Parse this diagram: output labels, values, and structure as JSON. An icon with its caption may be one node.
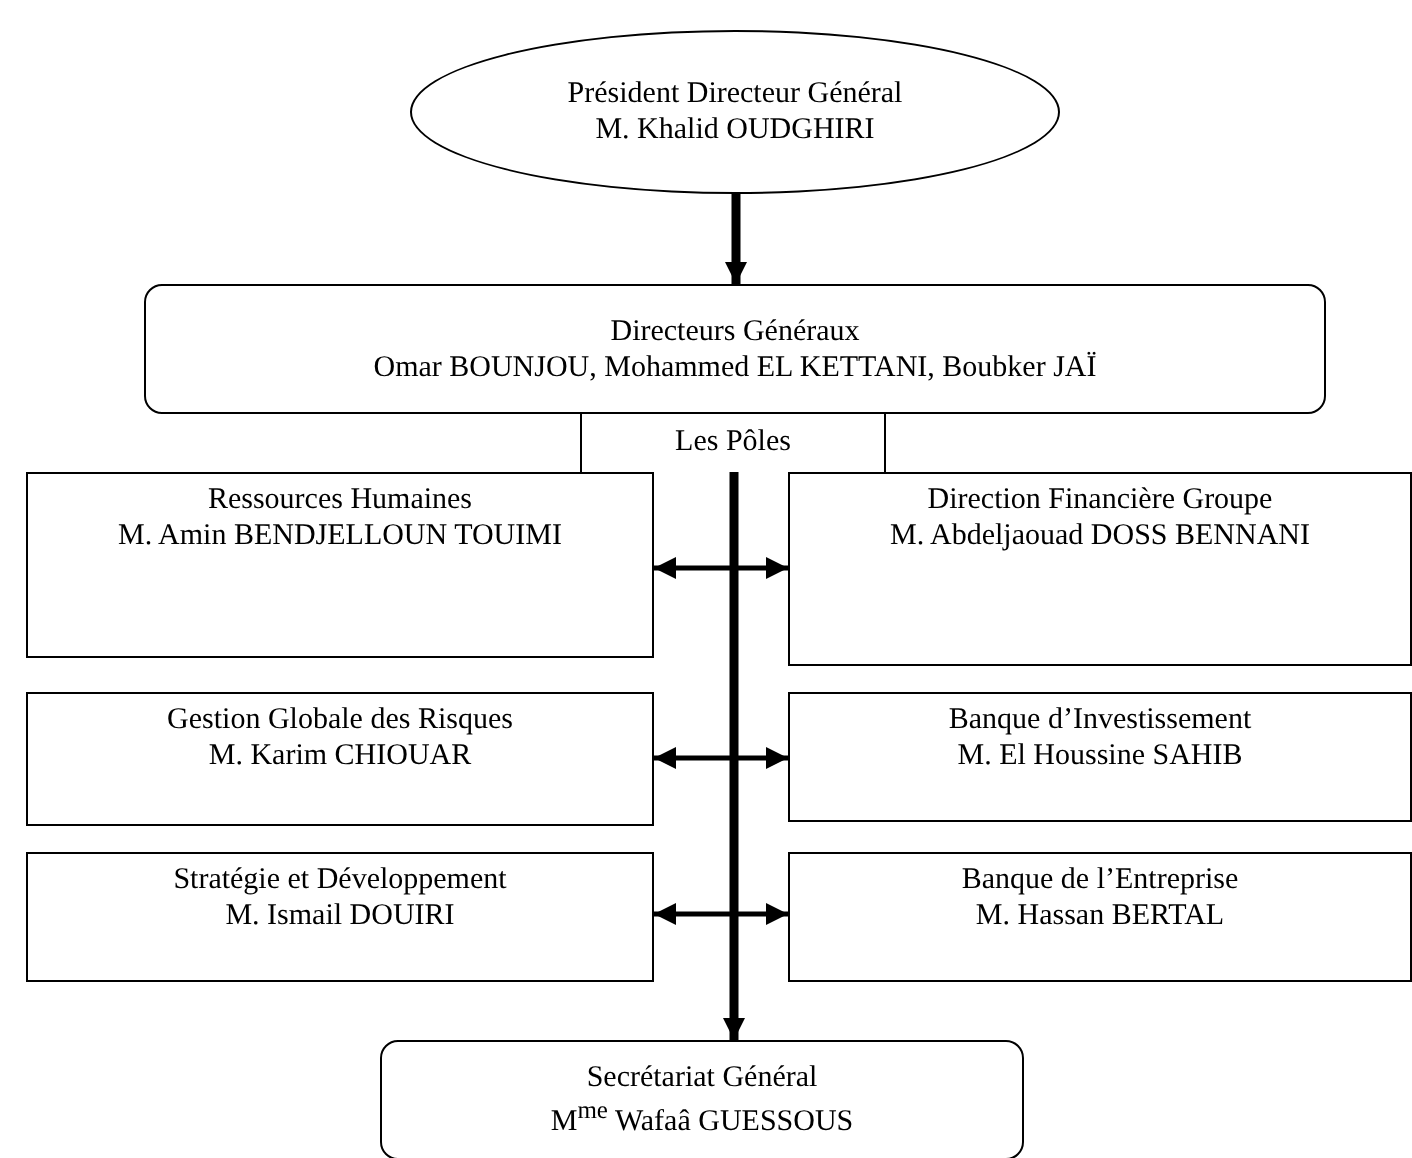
{
  "diagram": {
    "nodes": [
      {
        "text": [
          "Président Directeur Général",
          "M. Khalid OUDGHIRI"
        ]
      },
      {
        "text": [
          "Directeurs Généraux",
          "Omar BOUNJOU, Mohammed EL KETTANI, Boubker JAÏ"
        ]
      },
      {
        "text": [
          "Les Pôles"
        ]
      },
      {
        "text": [
          "Ressources Humaines",
          "M. Amin BENDJELLOUN TOUIMI"
        ]
      },
      {
        "text": [
          "Direction Financière Groupe",
          "M. Abdeljaouad DOSS BENNANI"
        ]
      },
      {
        "text": [
          "Gestion Globale des Risques",
          "M. Karim CHIOUAR"
        ]
      },
      {
        "text": [
          "Banque d’Investissement",
          "M. El Houssine SAHIB"
        ]
      },
      {
        "text": [
          "Stratégie et Développement",
          "M. Ismail DOUIRI"
        ]
      },
      {
        "text": [
          "Banque de l’Entreprise",
          "M. Hassan BERTAL"
        ]
      },
      {
        "text": [
          "Secrétariat Général",
          "M$^{me}$ Wafaâ GUESSOUS"
        ]
      }
    ],
    "edges": [
      {
        "from": 0,
        "to": 1,
        "arrow": "to",
        "style": "thick"
      },
      {
        "from": 2,
        "to": 9,
        "arrow": "to",
        "style": "thick"
      },
      {
        "from": 3,
        "to": 4,
        "arrow": "both"
      },
      {
        "from": 5,
        "to": 6,
        "arrow": "both"
      },
      {
        "from": 7,
        "to": 8,
        "arrow": "both"
      }
    ]
  }
}
